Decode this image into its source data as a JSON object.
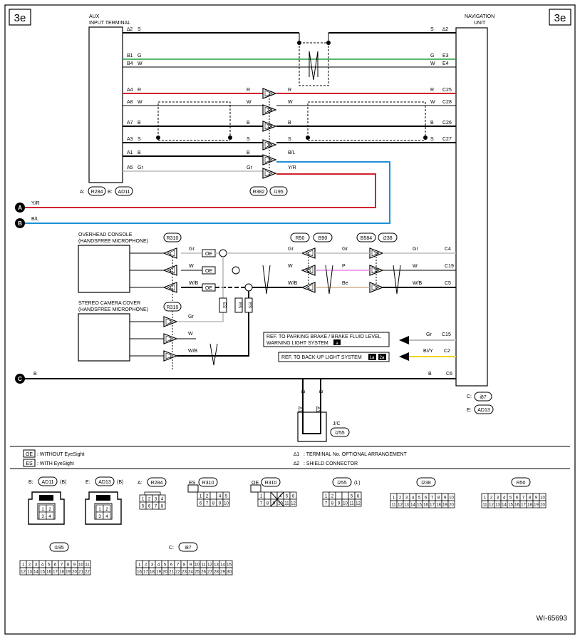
{
  "page_tag": "3e",
  "diagram_id": "WI-65693",
  "aux": {
    "title_line1": "AUX",
    "title_line2": "INPUT TERMINAL",
    "conn_a_prefix": "A:",
    "conn_a": "R284",
    "conn_b_prefix": "B:",
    "conn_b": "AD11"
  },
  "nav": {
    "title_line1": "NAVIGATION",
    "title_line2": "UNIT",
    "conn_c_prefix": "C:",
    "conn_c": "i87",
    "conn_e_prefix": "E:",
    "conn_e": "AD13"
  },
  "aux_rows": [
    {
      "pin": "∆2",
      "wire_l": "S",
      "wire_r": "S",
      "rpin": "∆2",
      "color": "#000000"
    },
    {
      "pin": "B1",
      "wire_l": "G",
      "wire_r": "G",
      "rpin": "E3",
      "color": "#1e9e3a"
    },
    {
      "pin": "B4",
      "wire_l": "W",
      "wire_r": "W",
      "rpin": "E4",
      "color": "#000000"
    },
    {
      "pin": "A4",
      "wire_l": "R",
      "mid_l": "R",
      "wire_r": "R",
      "wire_rr": "R",
      "rpin": "C25",
      "color": "#d2222d"
    },
    {
      "pin": "A8",
      "wire_l": "W",
      "mid_l": "W",
      "wire_r": "W",
      "wire_rr": "W",
      "rpin": "C28",
      "color": "#000000"
    },
    {
      "pin": "A7",
      "wire_l": "B",
      "mid_l": "B",
      "wire_r": "B",
      "wire_rr": "B",
      "rpin": "C26",
      "color": "#000000"
    },
    {
      "pin": "A3",
      "wire_l": "S",
      "mid_l": "S",
      "wire_r": "S",
      "wire_rr": "S",
      "rpin": "C27",
      "color": "#000000"
    },
    {
      "pin": "A1",
      "wire_l": "B",
      "mid_l": "B",
      "wire_r": "B/L",
      "color": "#000000"
    },
    {
      "pin": "A5",
      "wire_l": "Gr",
      "mid_l": "Gr",
      "wire_r": "Y/R",
      "color": "#bbbbbb"
    }
  ],
  "mid_pins": [
    "1",
    "14",
    "13",
    "12",
    "3",
    "2"
  ],
  "mid_conns": [
    "R382",
    "i195"
  ],
  "ext_lines": [
    {
      "id": "A",
      "label": "Y/R",
      "color": "#d2222d"
    },
    {
      "id": "B",
      "label": "B/L",
      "color": "#1e90d6"
    },
    {
      "id": "C",
      "label": "B"
    }
  ],
  "overhead": {
    "title_line1": "OVERHEAD CONSOLE",
    "title_line2": "(HANDSFREE MICROPHONE)",
    "conn": "R310",
    "pins": [
      "1",
      "4",
      "3"
    ],
    "wires": [
      "Gr",
      "W",
      "W/B"
    ],
    "tags": [
      "OE",
      "OE",
      "OE"
    ],
    "mid_conns": [
      "R50",
      "B90",
      "B584",
      "i238"
    ],
    "mid_pins": [
      "4",
      "15",
      "5"
    ],
    "mid_wires_l": [
      "Gr",
      "W",
      "W/B"
    ],
    "mid_wires_r": [
      "Gr",
      "P",
      "Be"
    ],
    "right_pins": [
      "18",
      "19",
      "9"
    ],
    "right_wires": [
      "Gr",
      "W",
      "W/B"
    ],
    "nav_pins": [
      "C4",
      "C19",
      "C5"
    ]
  },
  "stereo": {
    "title_line1": "STEREO CAMERA COVER",
    "title_line2": "(HANDSFREE MICROPHONE)",
    "conn": "R310",
    "pins": [
      "3",
      "2",
      "1"
    ],
    "wires": [
      "Gr",
      "W",
      "W/B"
    ],
    "es_tags": [
      "ES",
      "ES",
      "ES"
    ]
  },
  "refs": [
    {
      "line1": "REF. TO PARKING BRAKE / BRAKE FLUID LEVEL",
      "line2": "WARNING LIGHT SYSTEM",
      "tag": "a",
      "wire": "Gr",
      "pin": "C15",
      "color": "#bbbbbb"
    },
    {
      "line1": "REF. TO BACK-UP LIGHT SYSTEM",
      "tag1": "1a",
      "tag2": "2a",
      "wire": "Br/Y",
      "pin": "C2",
      "color": "#f3d400"
    }
  ],
  "ground": {
    "wire": "B",
    "pin": "C6",
    "jc_label": "J/C",
    "jc_conn": "i255",
    "vert_wire": "B",
    "star": "∆1"
  },
  "legend": {
    "oe_tag": "OE",
    "oe_text": ": WITHOUT EyeSight",
    "es_tag": "ES",
    "es_text": ": WITH EyeSight",
    "star1": "∆1",
    "star1_text": ": TERMINAL No. OPTIONAL ARRANGEMENT",
    "star2": "∆2",
    "star2_text": ": SHIELD CONNECTOR"
  },
  "connector_views": [
    {
      "prefix": "B:",
      "name": "AD11",
      "suffix": "(B)"
    },
    {
      "prefix": "E:",
      "name": "AD13",
      "suffix": "(B)"
    },
    {
      "prefix": "A:",
      "name": "R284"
    },
    {
      "prefix": "ES",
      "name": "R310"
    },
    {
      "prefix": "OE",
      "name": "R310"
    },
    {
      "name": "i255",
      "suffix": "(L)"
    },
    {
      "name": "i238"
    },
    {
      "name": "R50"
    },
    {
      "name": "i195"
    },
    {
      "prefix": "C:",
      "name": "i87"
    }
  ]
}
